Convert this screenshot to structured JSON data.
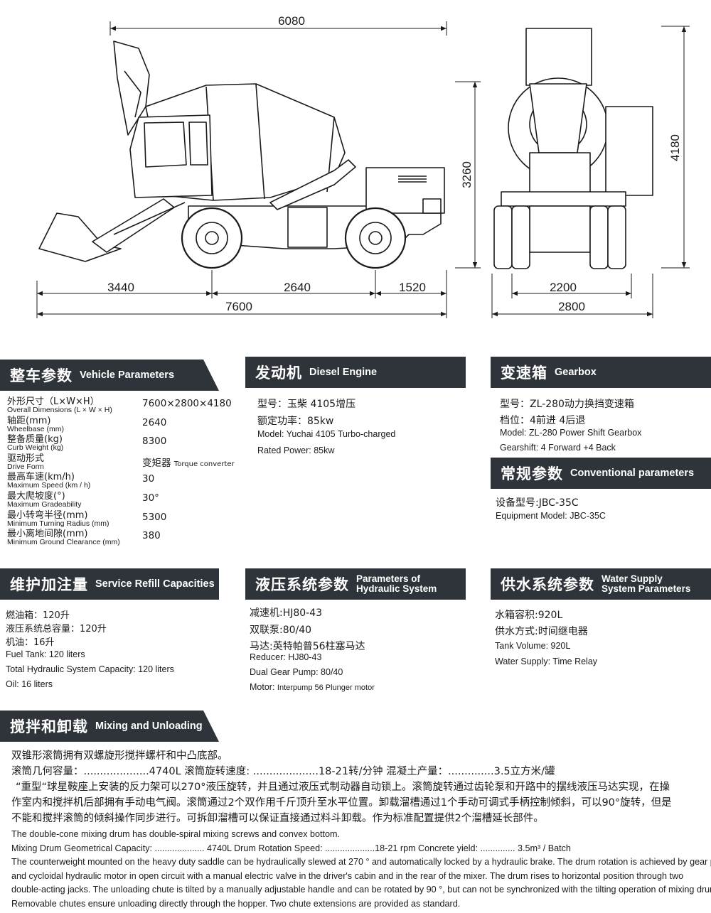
{
  "drawing": {
    "dims": {
      "top_length": "6080",
      "height_side": "3260",
      "seg_front": "3440",
      "seg_wheelbase": "2640",
      "seg_rear": "1520",
      "total_length": "7600",
      "front_height": "4180",
      "track_width": "2200",
      "overall_width": "2800"
    }
  },
  "vehicle": {
    "title_cn": "整车参数",
    "title_en": "Vehicle Parameters",
    "rows": [
      {
        "label": "外形尺寸（L×W×H）",
        "sub": "Overall Dimensions (L × W × H)",
        "value": "7600×2800×4180",
        "value_note": ""
      },
      {
        "label": "轴距(mm)",
        "sub": "Wheelbase (mm)",
        "value": "2640",
        "value_note": ""
      },
      {
        "label": "整备质量(kg)",
        "sub": "Curb Weight (kg)",
        "value": "8300",
        "value_note": ""
      },
      {
        "label": "驱动形式",
        "sub": "Drive Form",
        "value": "变矩器",
        "value_note": "Torque converter"
      },
      {
        "label": "最高车速(km/h)",
        "sub": "Maximum Speed (km / h)",
        "value": "30",
        "value_note": ""
      },
      {
        "label": "最大爬坡度(°)",
        "sub": "Maximum Gradeability",
        "value": "30°",
        "value_note": ""
      },
      {
        "label": "最小转弯半径(mm)",
        "sub": "Minimum Turning Radius (mm)",
        "value": "5300",
        "value_note": ""
      },
      {
        "label": "最小离地间隙(mm)",
        "sub": "Minimum Ground Clearance (mm)",
        "value": "380",
        "value_note": ""
      }
    ]
  },
  "engine": {
    "title_cn": "发动机",
    "title_en": "Diesel Engine",
    "lines": [
      "型号：玉柴 4105增压",
      "额定功率：85kw"
    ],
    "lines_en": [
      "Model: Yuchai 4105 Turbo-charged",
      "Rated Power: 85kw"
    ]
  },
  "gearbox": {
    "title_cn": "变速箱",
    "title_en": "Gearbox",
    "lines": [
      "型号：ZL-280动力换挡变速箱",
      "档位：4前进 4后退"
    ],
    "lines_en": [
      "Model: ZL-280 Power Shift Gearbox",
      "Gearshift: 4 Forward +4 Back"
    ]
  },
  "conventional": {
    "title_cn": "常规参数",
    "title_en": "Conventional parameters",
    "lines": [
      "设备型号:JBC-35C"
    ],
    "lines_en": [
      "Equipment Model: JBC-35C"
    ]
  },
  "service": {
    "title_cn": "维护加注量",
    "title_en": "Service Refill Capacities",
    "lines": [
      "燃油箱：120升",
      "液压系统总容量：120升",
      "机油：16升"
    ],
    "lines_en": [
      "Fuel Tank: 120 liters",
      "Total Hydraulic System Capacity: 120 liters",
      "Oil: 16 liters"
    ]
  },
  "hydraulic": {
    "title_cn": "液压系统参数",
    "title_en_1": "Parameters of",
    "title_en_2": "Hydraulic System",
    "lines": [
      "减速机:HJ80-43",
      "双联泵:80/40",
      "马达:英特帕普56柱塞马达"
    ],
    "lines_en": [
      "Reducer: HJ80-43",
      "Dual Gear Pump: 80/40"
    ],
    "motor_en_prefix": "Motor: ",
    "motor_en_value": "Interpump 56 Plunger motor"
  },
  "water": {
    "title_cn": "供水系统参数",
    "title_en_1": "Water Supply",
    "title_en_2": "System Parameters",
    "lines": [
      "水箱容积:920L",
      "供水方式:时间继电器"
    ],
    "lines_en": [
      "Tank Volume: 920L",
      "Water Supply: Time Relay"
    ]
  },
  "mixing": {
    "title_cn": "搅拌和卸载",
    "title_en": "Mixing and Unloading",
    "cn_lines": [
      "双锥形滚筒拥有双螺旋形搅拌螺杆和中凸底部。",
      "滚筒几何容量：....................4740L        滚筒旋转速度: ....................18-21转/分钟        混凝土产量：..............3.5立方米/罐",
      "“重型“球星鞍座上安装的反力架可以270°液压旋转，并且通过液压式制动器自动锁上。滚筒旋转通过齿轮泵和开路中的摆线液压马达实现，在操",
      "作室内和搅拌机后部拥有手动电气阀。滚筒通过2个双作用千斤顶升至水平位置。卸载溜槽通过1个手动可调式手柄控制倾斜，可以90°旋转，但是",
      "不能和搅拌滚筒的倾斜操作同步进行。可拆卸溜槽可以保证直接通过料斗卸载。作为标准配置提供2个溜槽延长部件。"
    ],
    "en_lines": [
      "The double-cone mixing drum has double-spiral mixing  screws and convex bottom.",
      "Mixing Drum Geometrical Capacity: .................... 4740L Drum Rotation Speed: ....................18-21 rpm Concrete yield: .............. 3.5m³ / Batch",
      "The counterweight mounted on the heavy duty saddle can be hydraulically slewed at 270 ° and automatically locked by a hydraulic brake. The drum rotation is achieved by gear pump",
      "and cycloidal hydraulic motor in open circuit with a manual electric valve in the driver's cabin and in the rear of the mixer. The drum rises to horizontal position through two",
      "double-acting jacks. The unloading chute is tilted by a manually adjustable handle and can be rotated by 90 °, but can not be synchronized with the tilting operation of mixing drum.",
      "Removable chutes ensure unloading directly through the hopper. Two chute extensions are provided as standard."
    ]
  }
}
